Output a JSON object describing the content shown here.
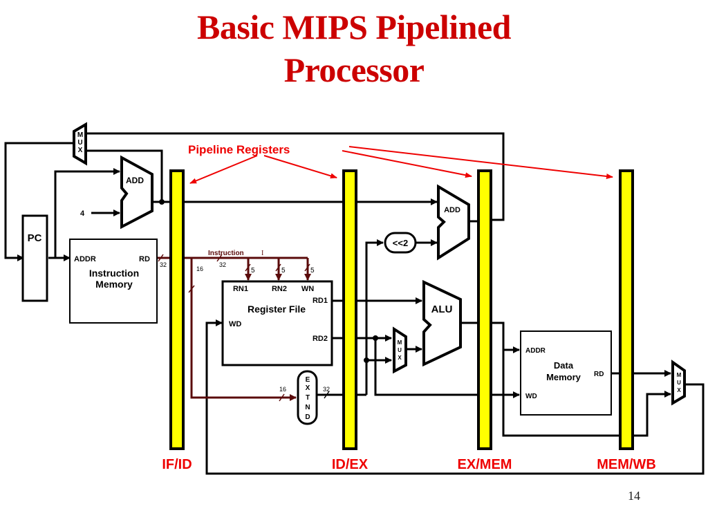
{
  "slide": {
    "title_line1": "Basic MIPS Pipelined",
    "title_line2": "Processor",
    "page_number": "14"
  },
  "annotation": {
    "label": "Pipeline Registers",
    "color": "#ee0000"
  },
  "pipeline_registers": [
    {
      "label": "IF/ID"
    },
    {
      "label": "ID/EX"
    },
    {
      "label": "EX/MEM"
    },
    {
      "label": "MEM/WB"
    }
  ],
  "colors": {
    "register_fill": "#ffff00",
    "title": "#cc0000",
    "instruction_bus": "#5a0a0a"
  },
  "components": {
    "pc": {
      "label": "PC"
    },
    "pc_mux": {
      "label_chars": [
        "M",
        "U",
        "X"
      ]
    },
    "pc_adder": {
      "label": "ADD",
      "const_input": "4"
    },
    "instruction_memory": {
      "line1": "Instruction",
      "line2": "Memory",
      "port_addr": "ADDR",
      "port_rd": "RD",
      "bus_width": "32"
    },
    "instruction_bus": {
      "label": "Instruction",
      "short": "I",
      "width": "32",
      "imm_width": "16"
    },
    "register_file": {
      "label": "Register File",
      "ports": {
        "rn1": "RN1",
        "rn2": "RN2",
        "wn": "WN",
        "rd1": "RD1",
        "rd2": "RD2",
        "wd": "WD"
      },
      "field_width": "5"
    },
    "sign_extend": {
      "label_chars": [
        "E",
        "X",
        "T",
        "N",
        "D"
      ],
      "in_width": "16",
      "out_width": "32"
    },
    "shift_left": {
      "label": "<<2"
    },
    "branch_adder": {
      "label": "ADD"
    },
    "alu": {
      "label": "ALU"
    },
    "alu_mux": {
      "label_chars": [
        "M",
        "U",
        "X"
      ]
    },
    "data_memory": {
      "line1": "Data",
      "line2": "Memory",
      "port_addr": "ADDR",
      "port_wd": "WD",
      "port_rd": "RD"
    },
    "wb_mux": {
      "label_chars": [
        "M",
        "U",
        "X"
      ]
    }
  }
}
